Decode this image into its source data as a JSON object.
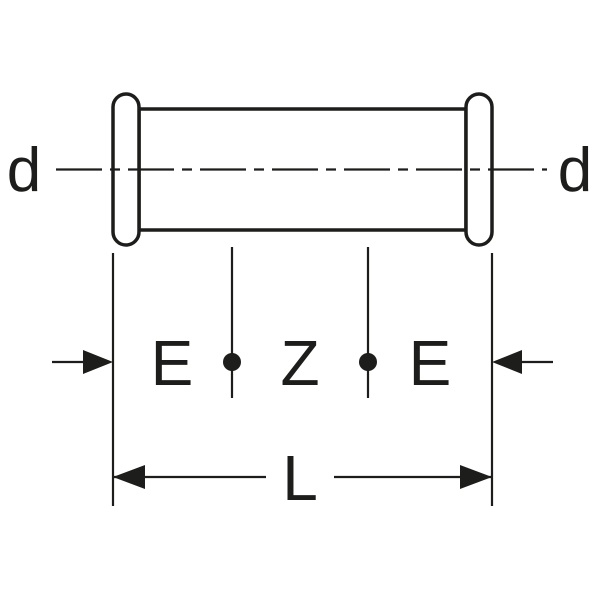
{
  "diagram": {
    "labels": {
      "diameter_left": "d",
      "diameter_right": "d",
      "e_left": "E",
      "z_center": "Z",
      "e_right": "E",
      "length": "L"
    },
    "colors": {
      "line": "#1d1d1b",
      "background": "#ffffff"
    }
  }
}
